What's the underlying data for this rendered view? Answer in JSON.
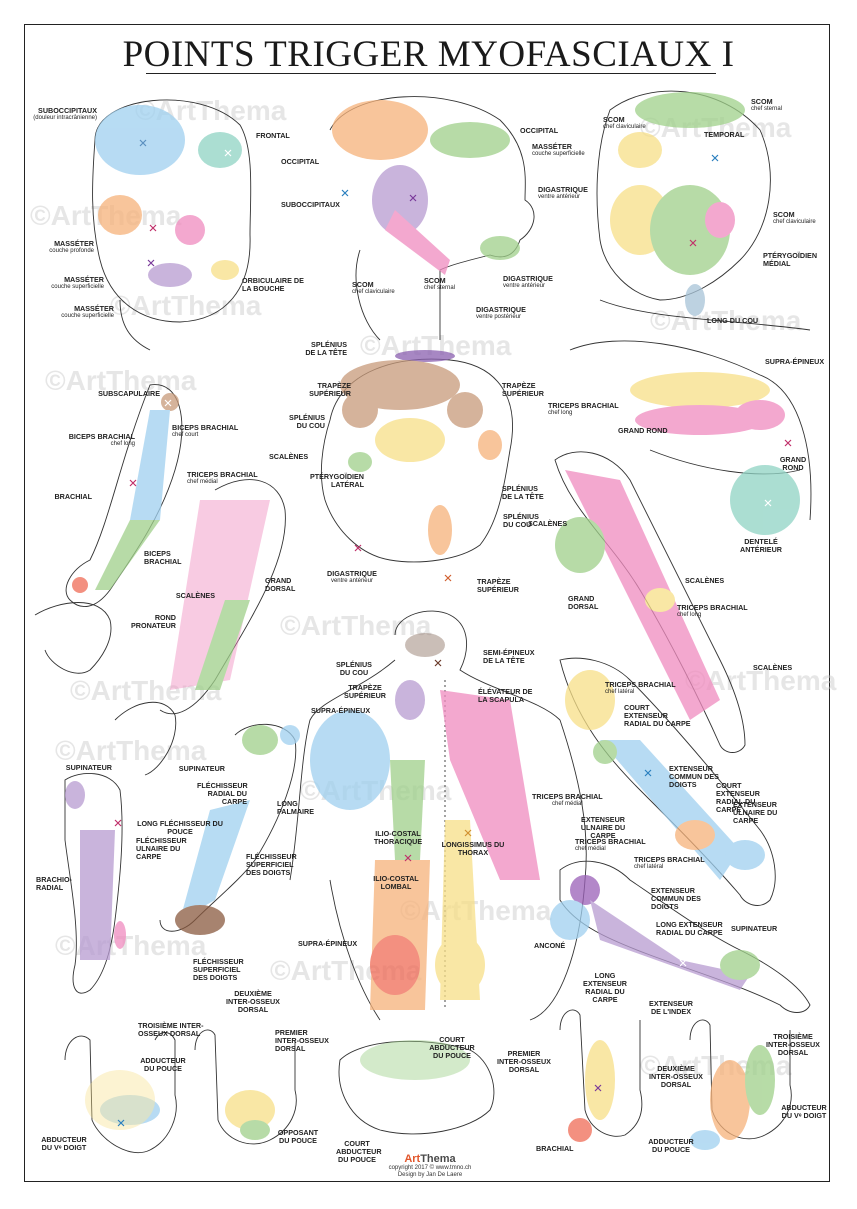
{
  "title": "POINTS TRIGGER MYOFASCIAUX I",
  "watermark": "©ArtThema",
  "colors": {
    "blue": "#9fd0ef",
    "green": "#9fd08a",
    "pink": "#f08cbf",
    "purple": "#b79bd1",
    "orange": "#f6b27a",
    "yellow": "#f7df87",
    "brown": "#c79a7a",
    "red": "#ef6b56",
    "teal": "#8fd3c4"
  },
  "labels": [
    {
      "text": "SUBOCCIPITAUX",
      "sub": "(douleur intracrânienne)"
    },
    {
      "text": "FRONTAL",
      "sub": ""
    },
    {
      "text": "MASSÉTER",
      "sub": "couche profonde"
    },
    {
      "text": "MASSÉTER",
      "sub": "couche superficielle"
    },
    {
      "text": "MASSÉTER",
      "sub": "couche superficielle"
    },
    {
      "text": "ORBICULAIRE DE LA BOUCHE",
      "sub": ""
    },
    {
      "text": "OCCIPITAL",
      "sub": ""
    },
    {
      "text": "OCCIPITAL",
      "sub": ""
    },
    {
      "text": "MASSÉTER",
      "sub": "couche superficielle"
    },
    {
      "text": "SUBOCCIPITAUX",
      "sub": ""
    },
    {
      "text": "DIGASTRIQUE",
      "sub": "ventre antérieur"
    },
    {
      "text": "SCOM",
      "sub": "chef claviculaire"
    },
    {
      "text": "SCOM",
      "sub": "chef sternal"
    },
    {
      "text": "DIGASTRIQUE",
      "sub": "ventre antérieur"
    },
    {
      "text": "DIGASTRIQUE",
      "sub": "ventre postérieur"
    },
    {
      "text": "SCOM",
      "sub": "chef sternal"
    },
    {
      "text": "SCOM",
      "sub": "chef claviculaire"
    },
    {
      "text": "TEMPORAL",
      "sub": ""
    },
    {
      "text": "SCOM",
      "sub": "chef claviculaire"
    },
    {
      "text": "PTÉRYGOÏDIEN MÉDIAL",
      "sub": ""
    },
    {
      "text": "LONG DU COU",
      "sub": ""
    },
    {
      "text": "SPLÉNIUS DE LA TÊTE",
      "sub": ""
    },
    {
      "text": "SUBSCAPULAIRE",
      "sub": ""
    },
    {
      "text": "BICEPS BRACHIAL",
      "sub": "chef court"
    },
    {
      "text": "BICEPS BRACHIAL",
      "sub": "chef long"
    },
    {
      "text": "TRICEPS BRACHIAL",
      "sub": "chef médial"
    },
    {
      "text": "BRACHIAL",
      "sub": ""
    },
    {
      "text": "BICEPS BRACHIAL",
      "sub": ""
    },
    {
      "text": "SCALÈNES",
      "sub": ""
    },
    {
      "text": "TRAPÈZE SUPÉRIEUR",
      "sub": ""
    },
    {
      "text": "SPLÉNIUS DU COU",
      "sub": ""
    },
    {
      "text": "TRAPÈZE SUPÉRIEUR",
      "sub": ""
    },
    {
      "text": "PTÉRYGOÏDIEN LATÉRAL",
      "sub": ""
    },
    {
      "text": "SPLÉNIUS DE LA TÊTE",
      "sub": ""
    },
    {
      "text": "SPLÉNIUS DU COU",
      "sub": ""
    },
    {
      "text": "DIGASTRIQUE",
      "sub": "ventre antérieur"
    },
    {
      "text": "TRAPÈZE SUPÉRIEUR",
      "sub": ""
    },
    {
      "text": "SUPRA-ÉPINEUX",
      "sub": ""
    },
    {
      "text": "TRICEPS BRACHIAL",
      "sub": "chef long"
    },
    {
      "text": "GRAND ROND",
      "sub": ""
    },
    {
      "text": "GRAND ROND",
      "sub": ""
    },
    {
      "text": "DENTELÉ ANTÉRIEUR",
      "sub": ""
    },
    {
      "text": "SCALÈNES",
      "sub": ""
    },
    {
      "text": "SCALÈNES",
      "sub": ""
    },
    {
      "text": "GRAND DORSAL",
      "sub": ""
    },
    {
      "text": "TRICEPS BRACHIAL",
      "sub": "chef long"
    },
    {
      "text": "SCALÈNES",
      "sub": ""
    },
    {
      "text": "GRAND DORSAL",
      "sub": ""
    },
    {
      "text": "ROND PRONATEUR",
      "sub": ""
    },
    {
      "text": "SCALÈNES",
      "sub": ""
    },
    {
      "text": "SEMI-ÉPINEUX DE LA TÊTE",
      "sub": ""
    },
    {
      "text": "SPLÉNIUS DU COU",
      "sub": ""
    },
    {
      "text": "TRAPÈZE SUPÉRIEUR",
      "sub": ""
    },
    {
      "text": "ÉLÉVATEUR DE LA SCAPULA",
      "sub": ""
    },
    {
      "text": "SUPRA-ÉPINEUX",
      "sub": ""
    },
    {
      "text": "TRICEPS BRACHIAL",
      "sub": "chef latéral"
    },
    {
      "text": "COURT EXTENSEUR RADIAL DU CARPE",
      "sub": ""
    },
    {
      "text": "EXTENSEUR COMMUN DES DOIGTS",
      "sub": ""
    },
    {
      "text": "COURT EXTENSEUR RADIAL DU CARPE",
      "sub": ""
    },
    {
      "text": "EXTENSEUR ULNAIRE DU CARPE",
      "sub": ""
    },
    {
      "text": "SUPINATEUR",
      "sub": ""
    },
    {
      "text": "SUPINATEUR",
      "sub": ""
    },
    {
      "text": "FLÉCHISSEUR RADIAL DU CARPE",
      "sub": ""
    },
    {
      "text": "LONG PALMAIRE",
      "sub": ""
    },
    {
      "text": "LONG FLÉCHISSEUR DU POUCE",
      "sub": ""
    },
    {
      "text": "FLÉCHISSEUR ULNAIRE DU CARPE",
      "sub": ""
    },
    {
      "text": "FLÉCHISSEUR SUPERFICIEL DES DOIGTS",
      "sub": ""
    },
    {
      "text": "BRACHIO-RADIAL",
      "sub": ""
    },
    {
      "text": "FLÉCHISSEUR SUPERFICIEL DES DOIGTS",
      "sub": ""
    },
    {
      "text": "ILIO-COSTAL THORACIQUE",
      "sub": ""
    },
    {
      "text": "LONGISSIMUS DU THORAX",
      "sub": ""
    },
    {
      "text": "ILIO-COSTAL LOMBAL",
      "sub": ""
    },
    {
      "text": "SUPRA-ÉPINEUX",
      "sub": ""
    },
    {
      "text": "TRICEPS BRACHIAL",
      "sub": "chef médial"
    },
    {
      "text": "EXTENSEUR ULNAIRE DU CARPE",
      "sub": ""
    },
    {
      "text": "TRICEPS BRACHIAL",
      "sub": "chef médial"
    },
    {
      "text": "TRICEPS BRACHIAL",
      "sub": "chef latéral"
    },
    {
      "text": "EXTENSEUR COMMUN DES DOIGTS",
      "sub": ""
    },
    {
      "text": "LONG EXTENSEUR RADIAL DU CARPE",
      "sub": ""
    },
    {
      "text": "SUPINATEUR",
      "sub": ""
    },
    {
      "text": "ANCONÉ",
      "sub": ""
    },
    {
      "text": "LONG EXTENSEUR RADIAL DU CARPE",
      "sub": ""
    },
    {
      "text": "EXTENSEUR DE L'INDEX",
      "sub": ""
    },
    {
      "text": "DEUXIÈME INTER-OSSEUX DORSAL",
      "sub": ""
    },
    {
      "text": "TROISIÈME INTER-OSSEUX DORSAL",
      "sub": ""
    },
    {
      "text": "PREMIER INTER-OSSEUX DORSAL",
      "sub": ""
    },
    {
      "text": "ADDUCTEUR DU POUCE",
      "sub": ""
    },
    {
      "text": "COURT ABDUCTEUR DU POUCE",
      "sub": ""
    },
    {
      "text": "ABDUCTEUR DU Vᵉ DOIGT",
      "sub": ""
    },
    {
      "text": "OPPOSANT DU POUCE",
      "sub": ""
    },
    {
      "text": "COURT ABDUCTEUR DU POUCE",
      "sub": ""
    },
    {
      "text": "PREMIER INTER-OSSEUX DORSAL",
      "sub": ""
    },
    {
      "text": "DEUXIÈME INTER-OSSEUX DORSAL",
      "sub": ""
    },
    {
      "text": "TROISIÈME INTER-OSSEUX DORSAL",
      "sub": ""
    },
    {
      "text": "BRACHIAL",
      "sub": ""
    },
    {
      "text": "ADDUCTEUR DU POUCE",
      "sub": ""
    },
    {
      "text": "ABDUCTEUR DU Vᵉ DOIGT",
      "sub": ""
    }
  ],
  "footer": {
    "brand_a": "Art",
    "brand_b": "Thema",
    "copyright": "copyright 2017 © www.tmno.ch",
    "design": "Design by Jan De Laere"
  }
}
